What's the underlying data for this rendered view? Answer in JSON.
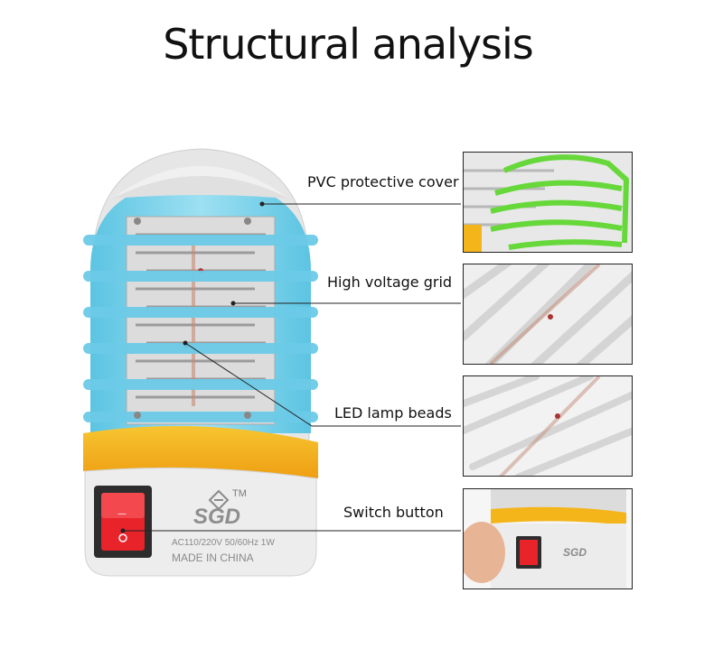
{
  "title": "Structural analysis",
  "callouts": [
    {
      "label": "PVC protective cover"
    },
    {
      "label": "High voltage grid"
    },
    {
      "label": "LED lamp beads"
    },
    {
      "label": "Switch button"
    }
  ],
  "device": {
    "brand_mark": "TM",
    "brand": "SGD",
    "spec": "AC110/220V  50/60Hz 1W",
    "origin": "MADE IN CHINA"
  },
  "colors": {
    "cover": "#7fd3ec",
    "cover_light": "#c9eef8",
    "base": "#e9e9e9",
    "yellow": "#f4b51b",
    "switch": "#e8232a",
    "grid": "#d8d8d8",
    "guard": "#66d83a"
  }
}
